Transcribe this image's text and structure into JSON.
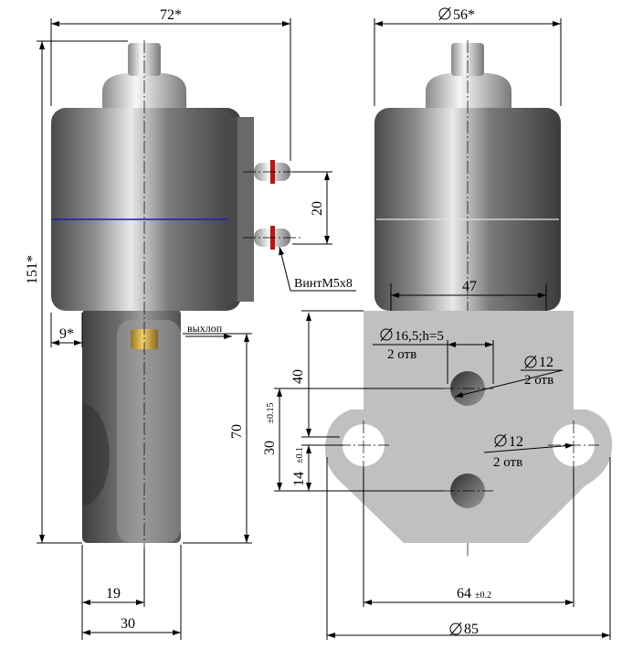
{
  "colors": {
    "body_dark": "#5a5a5a",
    "body_light": "#c8c8c8",
    "flange": "#c0c0c0",
    "seam_line": "#1020c0",
    "brass": "#d6b04a",
    "seal_red": "#b01818"
  },
  "side_view": {
    "dim_width": "72*",
    "dim_height": "151*",
    "dim_terminal_pitch": "20",
    "label_screw": "ВинтМ5х8",
    "dim_offset": "9*",
    "label_exhaust": "выхлоп",
    "dim_lower_body": "70",
    "dim_bottom_a": "19",
    "dim_bottom_b": "30"
  },
  "front_view": {
    "dim_diameter": "56*",
    "dim_47": "47"
  },
  "flange_view": {
    "dim_counterbore": "16,5;h=5",
    "dim_counterbore_qty": "2 отв",
    "dim_hole_center": "12",
    "dim_hole_center_qty": "2 отв",
    "dim_40": "40",
    "dim_30": "30",
    "tol_30": "±0.15",
    "dim_14": "14",
    "tol_14": "±0.1",
    "dim_hole_side": "12",
    "dim_hole_side_qty": "2 отв",
    "dim_64": "64",
    "tol_64": "±0.2",
    "dim_85": "85"
  }
}
